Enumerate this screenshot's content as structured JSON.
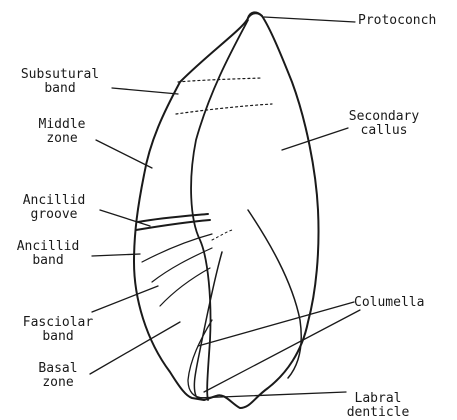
{
  "diagram": {
    "ink_color": "#1a1a1a",
    "background": "#ffffff",
    "labels": {
      "protoconch": "Protoconch",
      "subsutural_band_1": "Subsutural",
      "subsutural_band_2": "band",
      "secondary_callus_1": "Secondary",
      "secondary_callus_2": "callus",
      "middle_zone_1": "Middle",
      "middle_zone_2": "zone",
      "ancillid_groove_1": "Ancillid",
      "ancillid_groove_2": "groove",
      "ancillid_band_1": "Ancillid",
      "ancillid_band_2": "band",
      "fasciolar_band_1": "Fasciolar",
      "fasciolar_band_2": "band",
      "columella": "Columella",
      "basal_zone_1": "Basal",
      "basal_zone_2": "zone",
      "labral_denticle_1": "Labral",
      "labral_denticle_2": "denticle"
    }
  }
}
